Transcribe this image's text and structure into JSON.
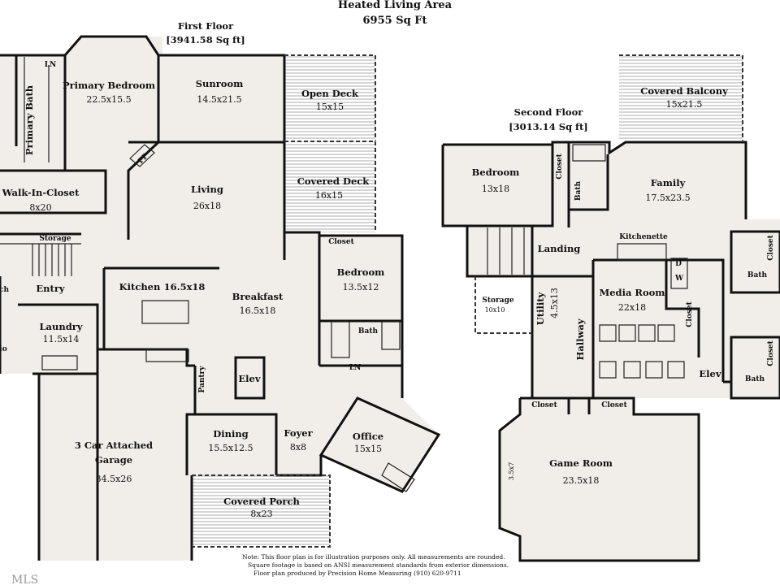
{
  "header": {
    "title": "Heated Living Area",
    "total": "6955 Sq Ft"
  },
  "first_floor": {
    "title": "First Floor",
    "area": "[3941.58 Sq ft]",
    "rooms": [
      {
        "label": "Primary Bath",
        "dims": ""
      },
      {
        "label": "LN",
        "dims": ""
      },
      {
        "label": "Primary Bedroom",
        "dims": "22.5x15.5"
      },
      {
        "label": "Sunroom",
        "dims": "14.5x21.5"
      },
      {
        "label": "Open Deck",
        "dims": "15x15"
      },
      {
        "label": "FP",
        "dims": ""
      },
      {
        "label": "Walk-In-Closet",
        "dims": "8x20"
      },
      {
        "label": "Living",
        "dims": "26x18"
      },
      {
        "label": "Covered Deck",
        "dims": "16x15"
      },
      {
        "label": "Storage",
        "dims": ""
      },
      {
        "label": "Closet",
        "dims": ""
      },
      {
        "label": "Entry",
        "dims": ""
      },
      {
        "label": "ch",
        "dims": ""
      },
      {
        "label": "Kitchen",
        "dims": "16.5x18"
      },
      {
        "label": "Breakfast",
        "dims": "16.5x18"
      },
      {
        "label": "Bedroom",
        "dims": "13.5x12"
      },
      {
        "label": "Laundry",
        "dims": "11.5x14"
      },
      {
        "label": "io",
        "dims": ""
      },
      {
        "label": "Bath",
        "dims": ""
      },
      {
        "label": "LN",
        "dims": ""
      },
      {
        "label": "Pantry",
        "dims": ""
      },
      {
        "label": "Elev",
        "dims": ""
      },
      {
        "label": "3 Car Attached",
        "dims": "Garage"
      },
      {
        "label": "34.5x26",
        "dims": ""
      },
      {
        "label": "Dining",
        "dims": "15.5x12.5"
      },
      {
        "label": "Foyer",
        "dims": "8x8"
      },
      {
        "label": "Office",
        "dims": "15x15"
      },
      {
        "label": "Covered Porch",
        "dims": "8x23"
      }
    ]
  },
  "second_floor": {
    "title": "Second Floor",
    "area": "[3013.14 Sq ft]",
    "rooms": [
      {
        "label": "Covered Balcony",
        "dims": "15x21.5"
      },
      {
        "label": "Bedroom",
        "dims": "13x18"
      },
      {
        "label": "Closet",
        "dims": ""
      },
      {
        "label": "Bath",
        "dims": ""
      },
      {
        "label": "Family",
        "dims": "17.5x23.5"
      },
      {
        "label": "Kitchenette",
        "dims": ""
      },
      {
        "label": "Landing",
        "dims": ""
      },
      {
        "label": "Closet",
        "dims": ""
      },
      {
        "label": "Bath",
        "dims": ""
      },
      {
        "label": "D",
        "dims": ""
      },
      {
        "label": "W",
        "dims": ""
      },
      {
        "label": "Storage",
        "dims": "10x10"
      },
      {
        "label": "Utility",
        "dims": "4.5x13"
      },
      {
        "label": "Media Room",
        "dims": "22x18"
      },
      {
        "label": "Closet",
        "dims": ""
      },
      {
        "label": "Hallway",
        "dims": ""
      },
      {
        "label": "Elev",
        "dims": ""
      },
      {
        "label": "Bath",
        "dims": ""
      },
      {
        "label": "Closet",
        "dims": ""
      },
      {
        "label": "Closet",
        "dims": ""
      },
      {
        "label": "Closet",
        "dims": ""
      },
      {
        "label": "Game Room",
        "dims": "23.5x18"
      },
      {
        "label": "3.5x7",
        "dims": ""
      }
    ]
  },
  "note": {
    "line1": "Note: This floor plan is for illustration purposes only. All measurements are rounded.",
    "line2": "Square footage is based on ANSI measurement standards from exterior dimensions.",
    "line3": "Floor plan produced by Precision Home Measuring (910) 620-9711"
  },
  "watermark": "MLS"
}
